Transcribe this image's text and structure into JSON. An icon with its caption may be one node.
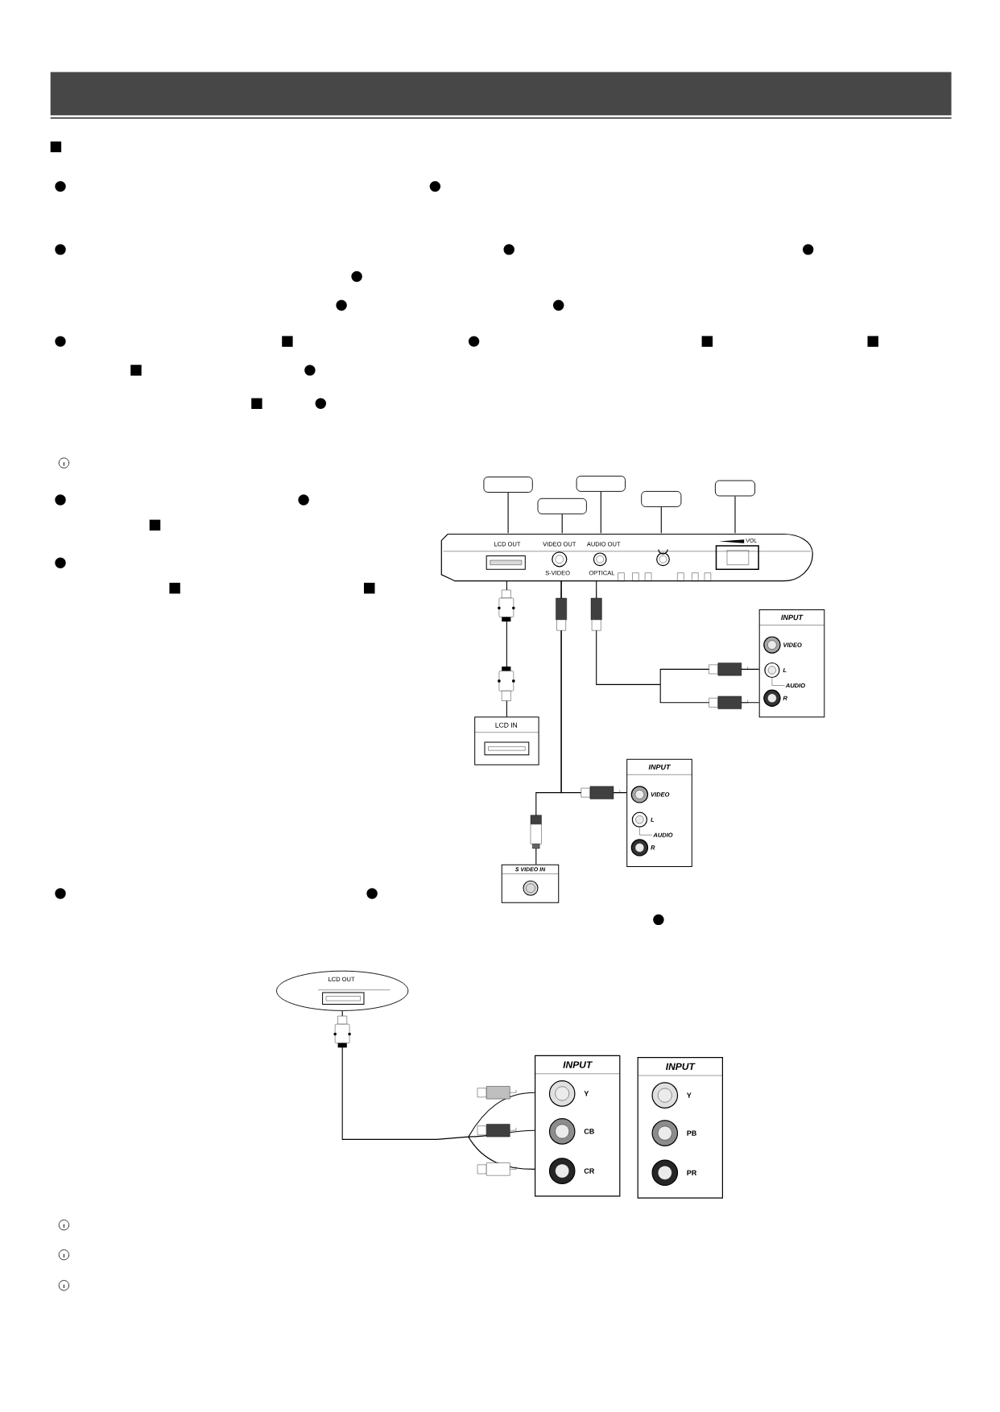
{
  "diagram": {
    "nodes": [
      {
        "text": [],
        "shape": "box"
      },
      {
        "text": [],
        "shape": "box"
      },
      {
        "text": [],
        "shape": "box"
      },
      {
        "text": [],
        "shape": "box"
      },
      {
        "text": [],
        "shape": "box"
      },
      {
        "text": [
          "LCD OUT",
          "VIDEO OUT",
          "AUDIO OUT",
          "S-VIDEO",
          "OPTICAL",
          "VOL"
        ]
      },
      {
        "text": [
          "INPUT",
          "VIDEO",
          "L",
          "AUDIO",
          "R"
        ]
      },
      {
        "text": [
          "LCD IN"
        ]
      },
      {
        "text": [
          "INPUT",
          "VIDEO",
          "L",
          "AUDIO",
          "R"
        ]
      },
      {
        "text": [
          "S VIDEO IN"
        ]
      },
      {
        "text": [
          "LCD OUT"
        ]
      },
      {
        "text": [
          "INPUT",
          "Y",
          "CB",
          "CR"
        ]
      },
      {
        "text": [
          "INPUT",
          "Y",
          "PB",
          "PR"
        ]
      }
    ],
    "edges": [
      {
        "from": 0,
        "to": 5,
        "arrow": "none"
      },
      {
        "from": 1,
        "to": 5,
        "arrow": "none"
      },
      {
        "from": 2,
        "to": 5,
        "arrow": "none"
      },
      {
        "from": 3,
        "to": 5,
        "arrow": "none"
      },
      {
        "from": 4,
        "to": 5,
        "arrow": "none"
      },
      {
        "from": 5,
        "to": 7,
        "arrow": "none"
      },
      {
        "from": 5,
        "to": 6,
        "arrow": "none"
      },
      {
        "from": 5,
        "to": 8,
        "arrow": "none"
      },
      {
        "from": 5,
        "to": 9,
        "arrow": "none"
      },
      {
        "from": 10,
        "to": 11,
        "arrow": "none"
      }
    ]
  }
}
